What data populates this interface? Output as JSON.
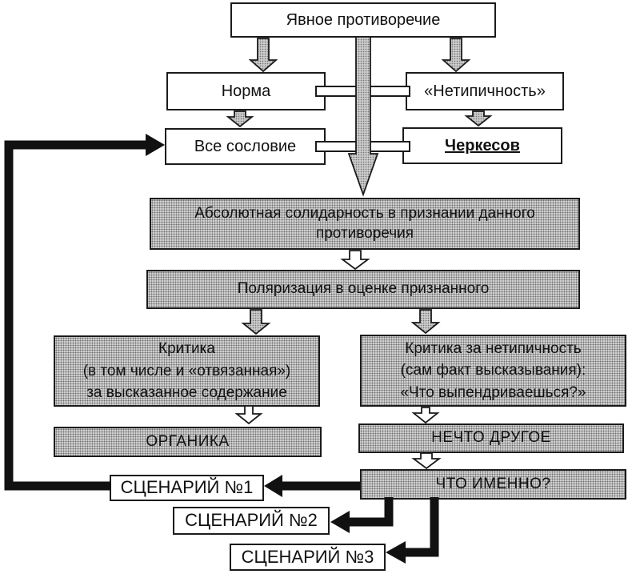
{
  "nodes": {
    "top": {
      "label": "Явное противоречие"
    },
    "norma": {
      "label": "Норма"
    },
    "netipichnost": {
      "label": "«Нетипичность»"
    },
    "vse_soslovie": {
      "label": "Все сословие"
    },
    "cherkesov": {
      "label": "Черкесов"
    },
    "solidarity": {
      "label": "Абсолютная солидарность в признании данного\nпротиворечия"
    },
    "polarization": {
      "label": "Поляризация в оценке признанного"
    },
    "critique_content": {
      "label": "Критика\n(в том числе и «отвязанная»)\nза высказанное содержание"
    },
    "critique_atypical": {
      "label": "Критика за нетипичность\n(сам факт высказывания):\n«Что выпендриваешься?»"
    },
    "organika": {
      "label": "ОРГАНИКА"
    },
    "nechto_drugoe": {
      "label": "НЕЧТО ДРУГОЕ"
    },
    "chto_imenno": {
      "label": "ЧТО ИМЕННО?"
    },
    "scenario1": {
      "label": "СЦЕНАРИЙ №1"
    },
    "scenario2": {
      "label": "СЦЕНАРИЙ №2"
    },
    "scenario3": {
      "label": "СЦЕНАРИЙ №3"
    }
  },
  "colors": {
    "background": "#ffffff",
    "box_fill_white": "#ffffff",
    "box_fill_halftone": "#cfcfcf",
    "border": "#1b1b1b",
    "connector_black": "#111111"
  }
}
